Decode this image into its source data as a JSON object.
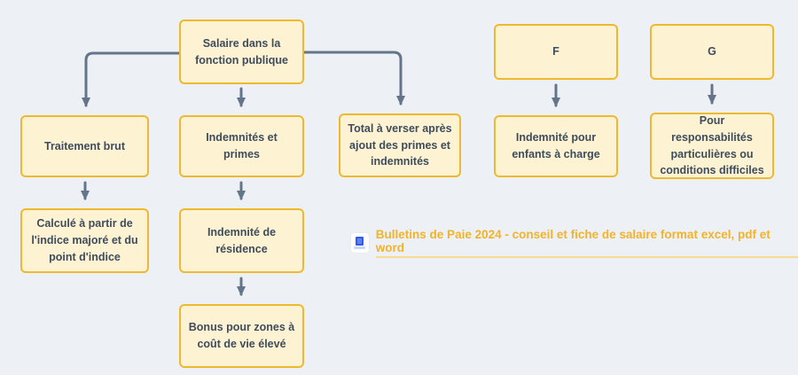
{
  "diagram": {
    "title": "Salaire dans la fonction publique - organigramme",
    "colors": {
      "background": "#edf0f4",
      "node_fill": "#fdf3d3",
      "node_border": "#efb92f",
      "node_text": "#3e4c5c",
      "connector": "#64748b",
      "link": "#f2b32c"
    },
    "nodes": {
      "salaire": {
        "label": "Salaire dans la fonction publique"
      },
      "traitement": {
        "label": "Traitement brut"
      },
      "calcule": {
        "label": "Calculé à partir de l'indice majoré et du point d'indice"
      },
      "indemnites": {
        "label": "Indemnités et primes"
      },
      "residence": {
        "label": "Indemnité de résidence"
      },
      "bonus": {
        "label": "Bonus pour zones à coût de vie élevé"
      },
      "total": {
        "label": "Total à verser après ajout des primes et indemnités"
      },
      "f": {
        "label": "F"
      },
      "enfants": {
        "label": "Indemnité pour enfants à charge"
      },
      "g": {
        "label": "G"
      },
      "responsabilites": {
        "label": "Pour responsabilités particulières ou conditions difficiles"
      }
    },
    "edges": [
      "salaire->traitement",
      "salaire->indemnites",
      "salaire->total",
      "traitement->calcule",
      "indemnites->residence",
      "residence->bonus",
      "f->enfants",
      "g->responsabilites"
    ],
    "link": {
      "icon": "monitor-icon",
      "label": "Bulletins de Paie 2024 - conseil et fiche de salaire format excel, pdf et word"
    }
  }
}
